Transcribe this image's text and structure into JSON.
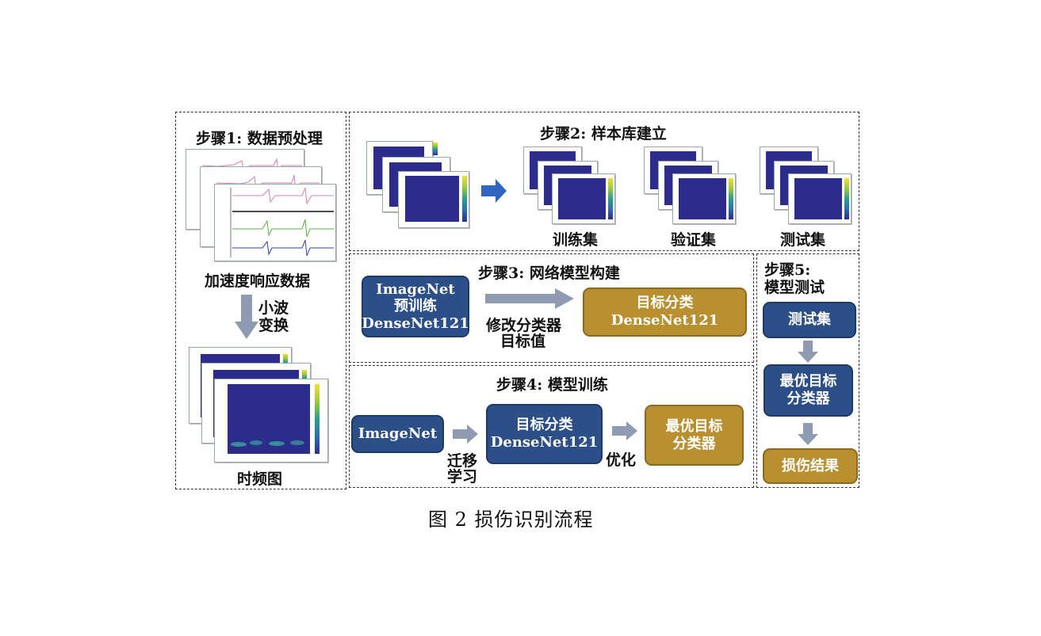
{
  "step1": {
    "title": "步骤1: 数据预处理",
    "signal_label": "加速度响应数据",
    "transform_label_line1": "小波",
    "transform_label_line2": "变换",
    "spectrogram_label": "时频图"
  },
  "step2": {
    "title": "步骤2: 样本库建立",
    "sets": [
      "训练集",
      "验证集",
      "测试集"
    ]
  },
  "step3": {
    "title": "步骤3: 网络模型构建",
    "source_box": [
      "ImageNet",
      "预训练",
      "DenseNet121"
    ],
    "arrow_label_line1": "修改分类器",
    "arrow_label_line2": "目标值",
    "target_box": [
      "目标分类",
      "DenseNet121"
    ]
  },
  "step4": {
    "title": "步骤4: 模型训练",
    "box1": "ImageNet",
    "arrow1_line1": "迁移",
    "arrow1_line2": "学习",
    "box2": [
      "目标分类",
      "DenseNet121"
    ],
    "arrow2": "优化",
    "box3": [
      "最优目标",
      "分类器"
    ]
  },
  "step5": {
    "title_line1": "步骤5:",
    "title_line2": "模型测试",
    "box1": "测试集",
    "box2": [
      "最优目标",
      "分类器"
    ],
    "box3": "损伤结果"
  },
  "caption": "图 2    损伤识别流程",
  "colors": {
    "blue_box": "#2b4f86",
    "gold_box": "#b89030",
    "arrow_gray": "#8e9bb0",
    "arrow_blue": "#2f66c2",
    "spectrogram_bg": "#2c2c8c"
  }
}
